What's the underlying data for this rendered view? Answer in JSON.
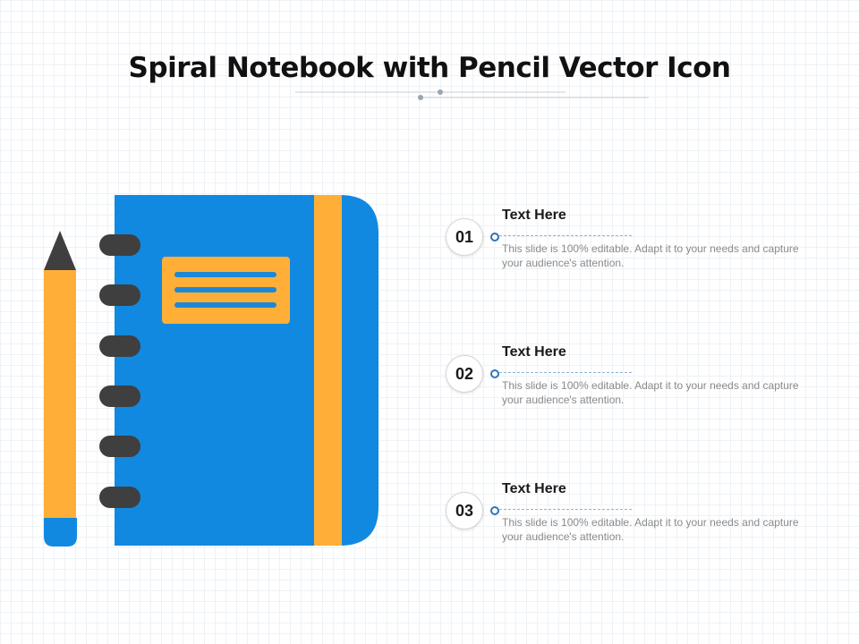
{
  "slide": {
    "title": "Spiral Notebook with Pencil Vector Icon"
  },
  "colors": {
    "notebook_blue": "#1189E0",
    "accent_orange": "#FFAF38",
    "ring_dark": "#3F3F3F",
    "label_lines": "#1E88D8",
    "deco_gray": "#9AA4AE"
  },
  "icons": {
    "notebook": "spiral-notebook-icon",
    "pencil": "pencil-icon"
  },
  "items": [
    {
      "number": "01",
      "title": "Text Here",
      "description": "This slide is 100% editable. Adapt it to your needs and capture your audience's attention."
    },
    {
      "number": "02",
      "title": "Text Here",
      "description": "This slide is 100% editable. Adapt it to your needs and capture your audience's attention."
    },
    {
      "number": "03",
      "title": "Text Here",
      "description": "This slide is 100% editable. Adapt it to your needs and capture your audience's attention."
    }
  ]
}
